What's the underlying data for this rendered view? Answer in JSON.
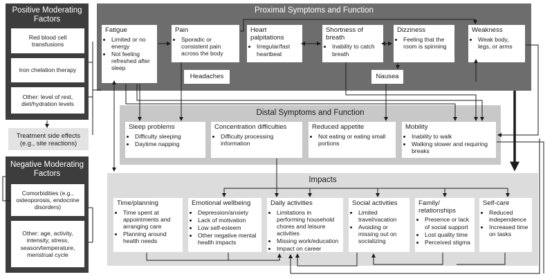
{
  "positive": {
    "title": "Positive Moderating Factors",
    "items": [
      "Red blood cell transfusions",
      "Iron chelation therapy",
      "Other: level of rest, diet/hydration levels"
    ]
  },
  "treatment_side_effects": "Treatment side effects (e.g., site reactions)",
  "negative": {
    "title": "Negative Moderating Factors",
    "items": [
      "Comorbidities (e.g., osteoporosis, endocrine disorders)",
      "Other: age, activity, intensity, stress, season/temperature, menstrual cycle"
    ]
  },
  "proximal": {
    "title": "Proximal Symptoms and Function",
    "fatigue": {
      "title": "Fatigue",
      "bullets": [
        "Limited or no energy",
        "Not feeling refreshed after sleep"
      ]
    },
    "pain": {
      "title": "Pain",
      "bullets": [
        "Sporadic or consistent pain across the body"
      ]
    },
    "heart": {
      "title": "Heart palpitations",
      "bullets": [
        "Irregular/fast heartbeat"
      ]
    },
    "sob": {
      "title": "Shortness of breath",
      "bullets": [
        "Inability to catch breath"
      ]
    },
    "dizziness": {
      "title": "Dizziness",
      "bullets": [
        "Feeling that the room is spinning"
      ]
    },
    "weakness": {
      "title": "Weakness",
      "bullets": [
        "Weak body, legs, or arms"
      ]
    },
    "headaches": "Headaches",
    "nausea": "Nausea"
  },
  "distal": {
    "title": "Distal Symptoms and Function",
    "sleep": {
      "title": "Sleep problems",
      "bullets": [
        "Difficulty sleeping",
        "Daytime napping"
      ]
    },
    "concentration": {
      "title": "Concentration difficulties",
      "bullets": [
        "Difficulty processing information"
      ]
    },
    "appetite": {
      "title": "Reduced appetite",
      "bullets": [
        "Not eating or eating small portions"
      ]
    },
    "mobility": {
      "title": "Mobility",
      "bullets": [
        "Inability to walk",
        "Walking slower and requiring breaks"
      ]
    }
  },
  "impacts": {
    "title": "Impacts",
    "time": {
      "title": "Time/planning",
      "bullets": [
        "Time spent at appointments and arranging care",
        "Planning around health needs"
      ]
    },
    "emotional": {
      "title": "Emotional wellbeing",
      "bullets": [
        "Depression/anxiety",
        "Lack of motivation",
        "Low self-esteem",
        "Other negative mental health impacts"
      ]
    },
    "daily": {
      "title": "Daily activities",
      "bullets": [
        "Limitations in performing household chores and leisure activities",
        "Missing work/education",
        "Impact on career"
      ]
    },
    "social": {
      "title": "Social activities",
      "bullets": [
        "Limited travel/vacation",
        "Avoiding or missing out on socializing"
      ]
    },
    "family": {
      "title": "Family/ relationships",
      "bullets": [
        "Presence or lack of social support",
        "Lost quality time",
        "Perceived stigma"
      ]
    },
    "selfcare": {
      "title": "Self-care",
      "bullets": [
        "Reduced independence",
        "Increased time on tasks"
      ]
    }
  }
}
